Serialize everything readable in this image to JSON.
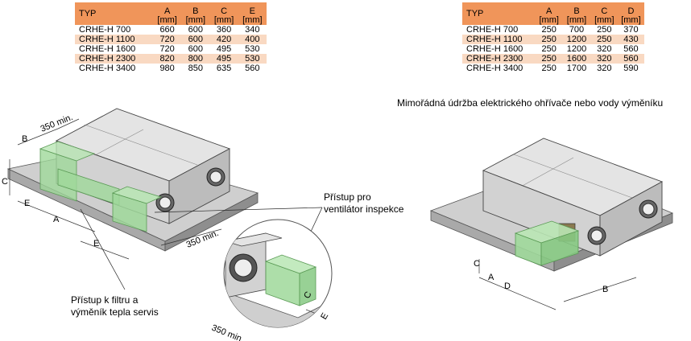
{
  "left_table": {
    "headers": [
      {
        "name": "TYP",
        "unit": ""
      },
      {
        "name": "A",
        "unit": "[mm]"
      },
      {
        "name": "B",
        "unit": "[mm]"
      },
      {
        "name": "C",
        "unit": "[mm]"
      },
      {
        "name": "E",
        "unit": "[mm]"
      }
    ],
    "rows": [
      [
        "CRHE-H 700",
        "660",
        "600",
        "360",
        "340"
      ],
      [
        "CRHE-H 1100",
        "720",
        "600",
        "420",
        "400"
      ],
      [
        "CRHE-H 1600",
        "720",
        "600",
        "495",
        "530"
      ],
      [
        "CRHE-H 2300",
        "820",
        "800",
        "495",
        "530"
      ],
      [
        "CRHE-H 3400",
        "980",
        "850",
        "635",
        "560"
      ]
    ]
  },
  "right_table": {
    "headers": [
      {
        "name": "TYP",
        "unit": ""
      },
      {
        "name": "A",
        "unit": "[mm]"
      },
      {
        "name": "B",
        "unit": "[mm]"
      },
      {
        "name": "C",
        "unit": "[mm]"
      },
      {
        "name": "D",
        "unit": "[mm]"
      }
    ],
    "rows": [
      [
        "CRHE-H 700",
        "250",
        "700",
        "250",
        "370"
      ],
      [
        "CRHE-H 1100",
        "250",
        "1200",
        "250",
        "430"
      ],
      [
        "CRHE-H 1600",
        "250",
        "1200",
        "320",
        "560"
      ],
      [
        "CRHE-H 2300",
        "250",
        "1600",
        "320",
        "560"
      ],
      [
        "CRHE-H 3400",
        "250",
        "1700",
        "320",
        "590"
      ]
    ]
  },
  "right_title": "Mimořádná údržba elektrického ohřívače nebo vody výměníku",
  "callouts": {
    "fan_access_line1": "Přístup pro",
    "fan_access_line2": "ventilátor inspekce",
    "filter_access_line1": "Přístup k filtru a",
    "filter_access_line2": "výměník tepla servis"
  },
  "dimensions": {
    "clearance_top": "350 min.",
    "clearance_side": "350 min.",
    "clearance_detail": "350 min.",
    "b": "B",
    "c": "C",
    "e": "E",
    "a": "A",
    "e2": "E",
    "c_detail": "C",
    "e_detail": "E",
    "r_c": "C",
    "r_a": "A",
    "r_d": "D",
    "r_b": "B"
  },
  "colors": {
    "header": "#f0955a",
    "alt_row": "#f9d9c2",
    "access_zone": "#9fd89a",
    "floor": "#c8c8c8",
    "unit": "#e6e6e6"
  }
}
